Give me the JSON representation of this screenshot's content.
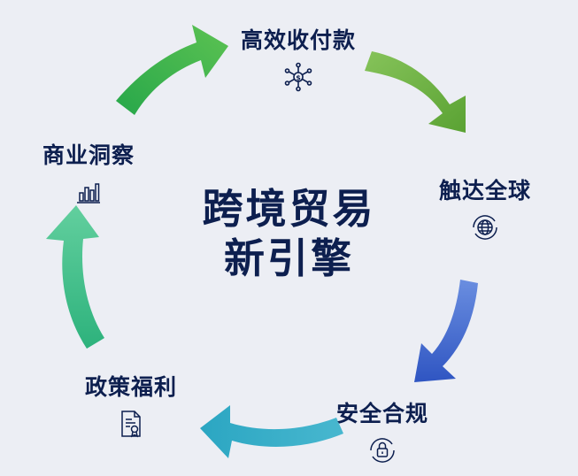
{
  "center": {
    "line1": "跨境贸易",
    "line2": "新引擎"
  },
  "nodes": [
    {
      "label": "高效收付款",
      "icon": "dollar-network-icon"
    },
    {
      "label": "触达全球",
      "icon": "globe-icon"
    },
    {
      "label": "安全合规",
      "icon": "lock-icon"
    },
    {
      "label": "政策福利",
      "icon": "certificate-document-icon"
    },
    {
      "label": "商业洞察",
      "icon": "bar-chart-icon"
    }
  ],
  "colors": {
    "text": "#0d1f4f",
    "background": "#eceef4",
    "arrow_green": "#3cb84a",
    "arrow_lime": "#72b03c",
    "arrow_blue": "#3458c4",
    "arrow_teal": "#3aaec4",
    "arrow_mint": "#3cc08c"
  }
}
